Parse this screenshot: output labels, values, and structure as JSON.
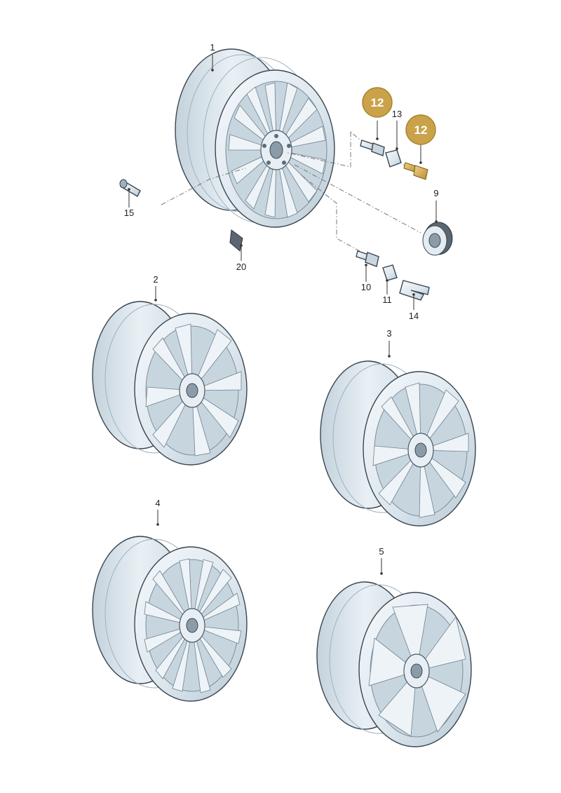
{
  "labels": {
    "p1": "1",
    "p2": "2",
    "p3": "3",
    "p4": "4",
    "p5": "5",
    "p9": "9",
    "p10": "10",
    "p11": "11",
    "p13": "13",
    "p14": "14",
    "p15": "15",
    "p20": "20"
  },
  "badges": {
    "bolt_a": "12",
    "bolt_b": "12"
  },
  "colors": {
    "badge": "#c9a24a",
    "metal": "#dde7ee",
    "metal_shade": "#b7c7d3",
    "highlight": "#d9b35a"
  }
}
